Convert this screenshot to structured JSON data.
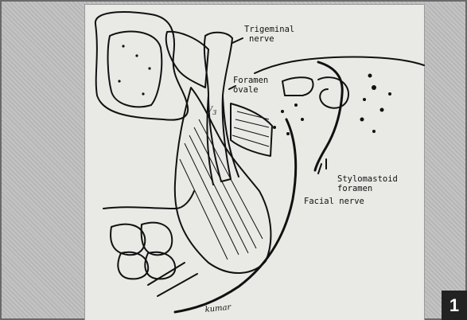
{
  "labels": {
    "trigeminal_line1": "Trigeminal",
    "trigeminal_line2": "nerve",
    "foramen_ovale_line1": "Foramen",
    "foramen_ovale_line2": "ovale",
    "v3": "V",
    "v3_sub": "3",
    "stylomastoid_line1": "Stylomastoid",
    "stylomastoid_line2": "foramen",
    "facial_nerve": "Facial nerve",
    "signature": "kumar"
  },
  "figure_number": "1"
}
